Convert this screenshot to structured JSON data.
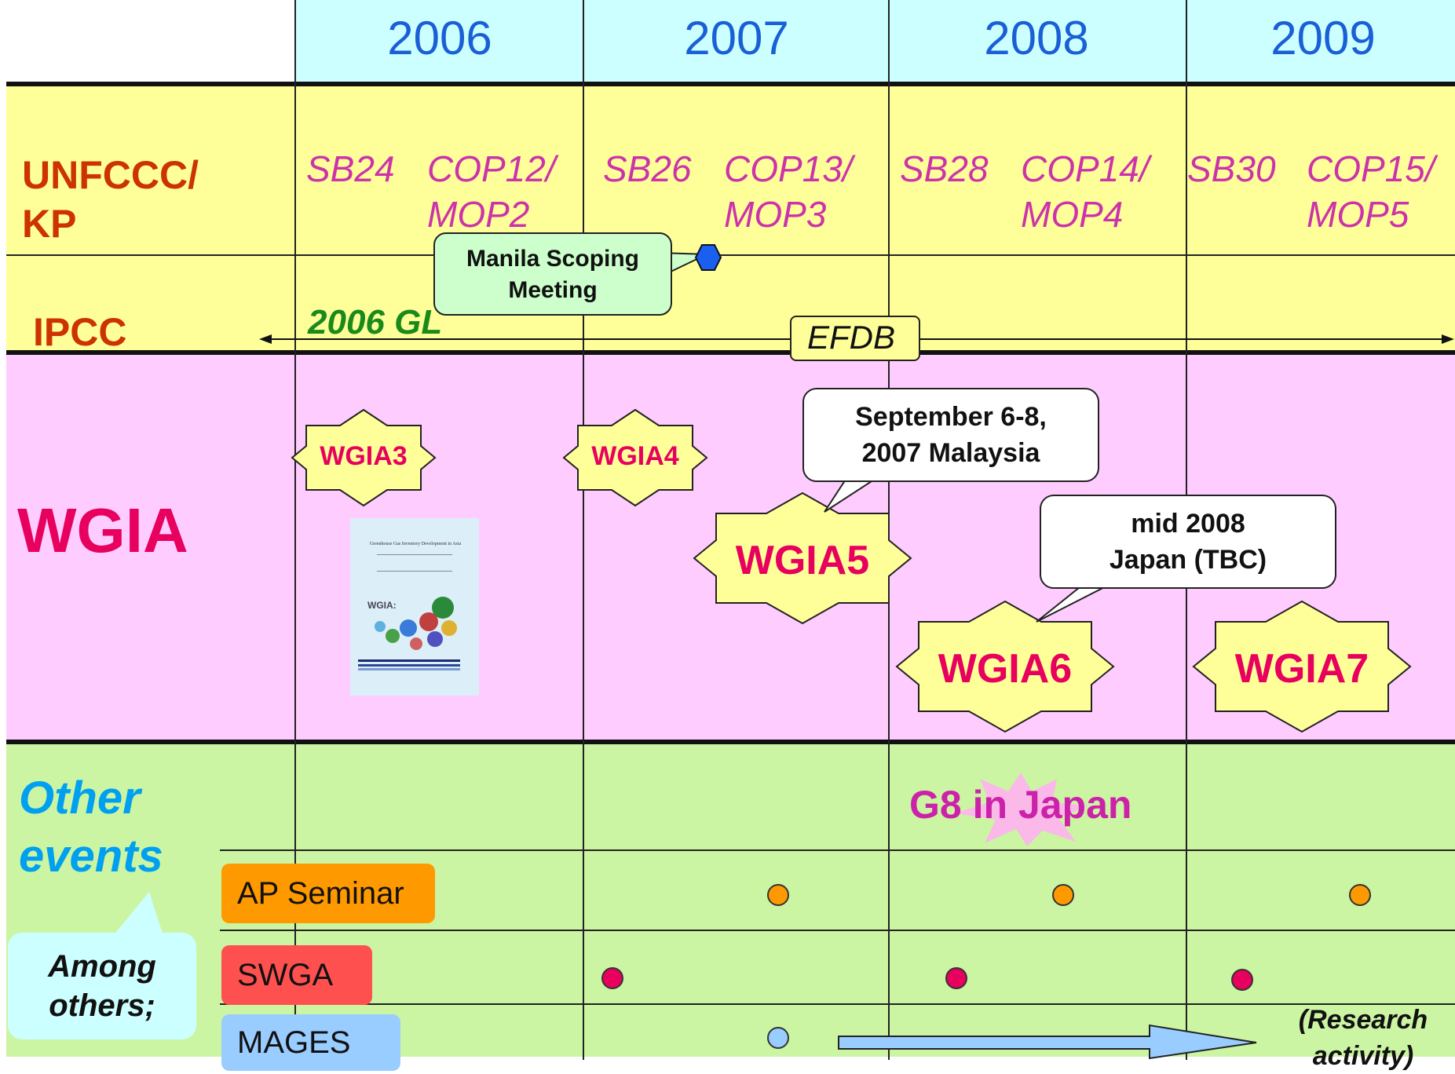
{
  "years": [
    "2006",
    "2007",
    "2008",
    "2009"
  ],
  "rows": {
    "unfccc": "UNFCCC/\nKP",
    "ipcc": "IPCC",
    "wgia": "WGIA",
    "other": "Other\nevents"
  },
  "meetings": {
    "sb24": "SB24",
    "cop12": "COP12/\nMOP2",
    "sb26": "SB26",
    "cop13": "COP13/\nMOP3",
    "sb28": "SB28",
    "cop14": "COP14/\nMOP4",
    "sb30": "SB30",
    "cop15": "COP15/\nMOP5"
  },
  "ipcc": {
    "gl": "2006 GL",
    "efdb": "EFDB",
    "manila": "Manila Scoping\nMeeting"
  },
  "wgia": {
    "w3": "WGIA3",
    "w4": "WGIA4",
    "w5": "WGIA5",
    "w6": "WGIA6",
    "w7": "WGIA7",
    "callout5": "September 6-8,\n2007 Malaysia",
    "callout6": "mid 2008\nJapan (TBC)",
    "report_title": "Greenhouse Gas Inventory Development in Asia",
    "report_wgia": "WGIA:"
  },
  "other": {
    "g8": "G8 in Japan",
    "among": "Among\nothers;",
    "ap": "AP Seminar",
    "swga": "SWGA",
    "mages": "MAGES",
    "research": "(Research\nactivity)"
  },
  "colors": {
    "year_band": "#ccffff",
    "yellow_band": "#ffff99",
    "pink_band": "#ffccff",
    "green_band": "#ccf5a3",
    "ap_chip": "#ff9900",
    "swga_chip": "#ff5050",
    "mages_chip": "#99ccff"
  }
}
